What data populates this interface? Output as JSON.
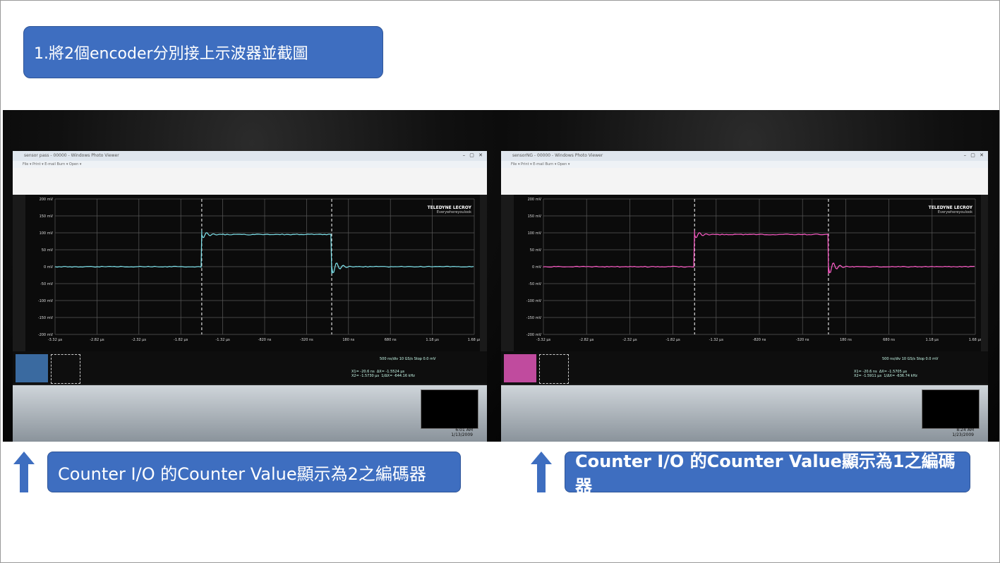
{
  "title": "1.將2個encoder分別接上示波器並截圖",
  "captions": {
    "left": "Counter I/O 的Counter Value顯示為2之編碼器",
    "right": "Counter I/O 的Counter Value顯示為1之編碼器"
  },
  "left_photo": {
    "window_title": "sensor pass - 00000 - Windows Photo Viewer",
    "menu": "File ▾   Print ▾   E-mail   Burn ▾   Open ▾",
    "y_ticks": [
      "200 mV",
      "150 mV",
      "100 mV",
      "50 mV",
      "0 mV",
      "-50 mV",
      "-100 mV",
      "-150 mV",
      "-200 mV"
    ],
    "x_ticks": [
      "-3.32 µs",
      "-2.82 µs",
      "-2.32 µs",
      "-1.82 µs",
      "-1.32 µs",
      "-820 ns",
      "-320 ns",
      "180 ns",
      "680 ns",
      "1.18 µs",
      "1.68 µs"
    ],
    "brand": "TELEDYNE LECROY",
    "brand_sub": "Everywhereyoulook",
    "trace_color": "#7fe3ec",
    "measure": "X1= -20.6 ns  ΔX= -1.5524 µs\nX2= -1.5730 µs  1/ΔX= -644.16 kHz",
    "timebase": "500 ns/div  10 GS/s  Stop 0.0 mV",
    "time": "6:01 AM",
    "date": "1/13/2009"
  },
  "right_photo": {
    "window_title": "sensorNG - 00000 - Windows Photo Viewer",
    "menu": "File ▾   Print ▾   E-mail   Burn ▾   Open ▾",
    "y_ticks": [
      "200 mV",
      "150 mV",
      "100 mV",
      "50 mV",
      "0 mV",
      "-50 mV",
      "-100 mV",
      "-150 mV",
      "-200 mV"
    ],
    "x_ticks": [
      "-3.32 µs",
      "-2.82 µs",
      "-2.32 µs",
      "-1.82 µs",
      "-1.32 µs",
      "-820 ns",
      "-320 ns",
      "180 ns",
      "680 ns",
      "1.18 µs",
      "1.68 µs"
    ],
    "brand": "TELEDYNE LECROY",
    "brand_sub": "Everywhereyoulook",
    "trace_color": "#ff5cc8",
    "measure": "X1= -20.6 ns  ΔX= -1.5705 µs\nX2= -1.5911 µs  1/ΔX= -636.74 kHz",
    "timebase": "500 ns/div  10 GS/s  Stop 0.0 mV",
    "time": "8:24 AM",
    "date": "1/23/2009"
  },
  "colors": {
    "accent": "#3e6ec0",
    "arrow": "#3e6ec0"
  }
}
